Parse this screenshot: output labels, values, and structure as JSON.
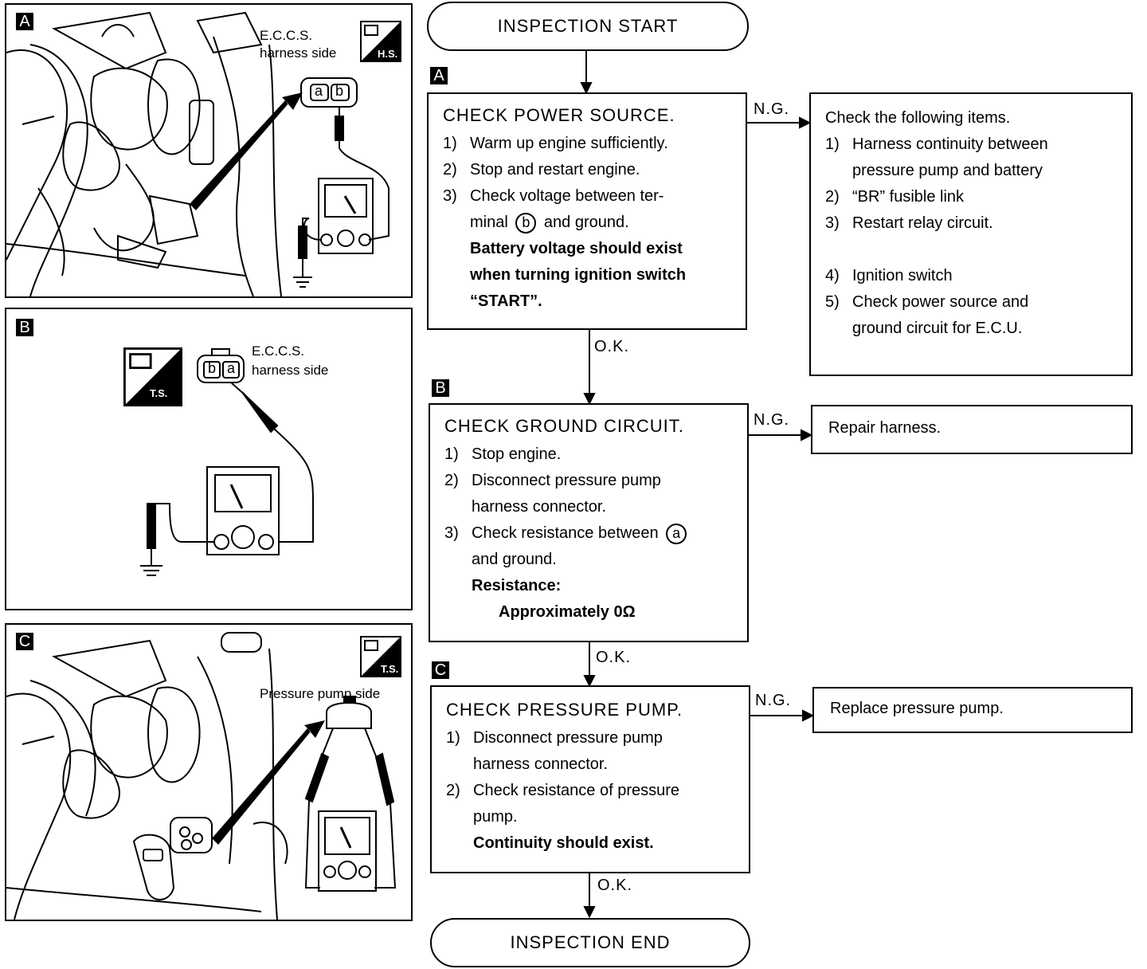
{
  "panels": {
    "a": {
      "tag": "A",
      "label_line1": "E.C.C.S.",
      "label_line2": "harness side",
      "badge": "H.S.",
      "terminal_a": "a",
      "terminal_b": "b"
    },
    "b": {
      "tag": "B",
      "label_line1": "E.C.C.S.",
      "label_line2": "harness side",
      "badge": "T.S.",
      "terminal_b": "b",
      "terminal_a": "a"
    },
    "c": {
      "tag": "C",
      "label": "Pressure pump side",
      "badge": "T.S."
    }
  },
  "flow": {
    "start": "INSPECTION START",
    "end": "INSPECTION END",
    "ng": "N.G.",
    "ok": "O.K.",
    "steps": [
      {
        "tag": "A",
        "title": "CHECK POWER SOURCE.",
        "items": [
          "Warm up engine sufficiently.",
          "Stop and restart engine."
        ],
        "item3_num": "3)",
        "item3_a": "Check voltage between ter-",
        "item3_b_pre": "minal",
        "item3_b_term": "b",
        "item3_b_post": "and ground.",
        "bold": [
          "Battery voltage should exist",
          "when turning ignition switch",
          "“START”."
        ]
      },
      {
        "tag": "B",
        "title": "CHECK GROUND CIRCUIT.",
        "item1": "Stop engine.",
        "item2_a": "Disconnect pressure pump",
        "item2_b": "harness connector.",
        "item3_a_pre": "Check resistance between",
        "item3_a_term": "a",
        "item3_b": "and ground.",
        "bold1": "Resistance:",
        "bold2": "Approximately 0Ω"
      },
      {
        "tag": "C",
        "title": "CHECK PRESSURE PUMP.",
        "item1_a": "Disconnect pressure pump",
        "item1_b": "harness connector.",
        "item2_a": "Check resistance of pressure",
        "item2_b": "pump.",
        "bold": "Continuity should exist."
      }
    ],
    "ng_boxes": {
      "a": {
        "title": "Check the following items.",
        "i1a": "Harness continuity between",
        "i1b": "pressure pump and battery",
        "i2": "“BR” fusible link",
        "i3": "Restart relay circuit.",
        "i4": "Ignition switch",
        "i5a": "Check power source and",
        "i5b": "ground circuit for E.C.U."
      },
      "b": "Repair harness.",
      "c": "Replace pressure pump."
    },
    "nums": [
      "1)",
      "2)",
      "3)",
      "4)",
      "5)"
    ]
  }
}
